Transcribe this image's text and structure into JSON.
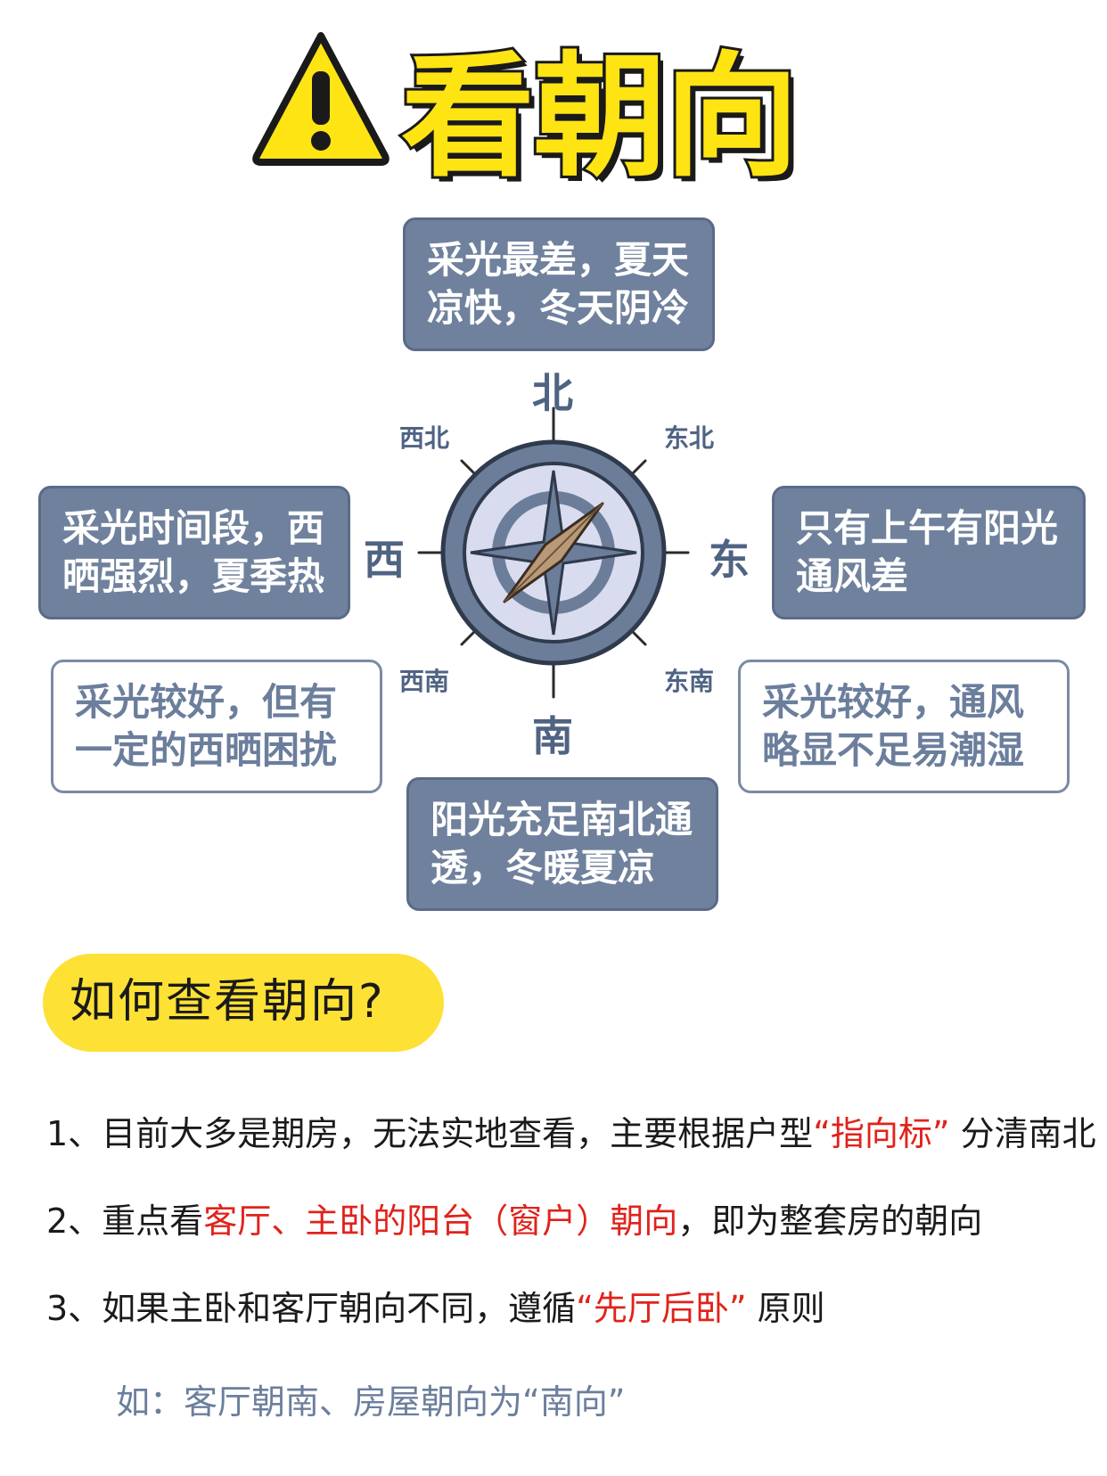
{
  "title": "看朝向",
  "directions": {
    "north": "北",
    "south": "南",
    "east": "东",
    "west": "西",
    "northwest": "西北",
    "northeast": "东北",
    "southwest": "西南",
    "southeast": "东南"
  },
  "boxes": {
    "north": [
      "采光最差，夏天",
      "凉快，冬天阴冷"
    ],
    "west": [
      "采光时间段，西",
      "晒强烈，夏季热"
    ],
    "east": [
      "只有上午有阳光",
      "通风差"
    ],
    "southwest": [
      "采光较好，但有",
      "一定的西晒困扰"
    ],
    "southeast": [
      "采光较好，通风",
      "略显不足易潮湿"
    ],
    "south": [
      "阳光充足南北通",
      "透，冬暖夏凉"
    ]
  },
  "section_title": "如何查看朝向?",
  "tips": {
    "t1": {
      "a": "1、目前大多是期房，无法实地查看，主要根据户型",
      "b": "“指向标”",
      "c": " 分清南北"
    },
    "t2": {
      "a": "2、重点看",
      "b": "客厅、主卧的阳台（窗户）朝向",
      "c": "，即为整套房的朝向"
    },
    "t3": {
      "a": "3、如果主卧和客厅朝向不同，遵循",
      "b": "“先厅后卧”",
      "c": " 原则"
    },
    "example": "如：客厅朝南、房屋朝向为“南向”"
  },
  "colors": {
    "title_yellow": "#ffe414",
    "box_blue": "#6f819d",
    "accent_red": "#e0231b",
    "pill_yellow": "#fde135"
  },
  "icons": [
    "warning-icon",
    "compass-icon"
  ]
}
